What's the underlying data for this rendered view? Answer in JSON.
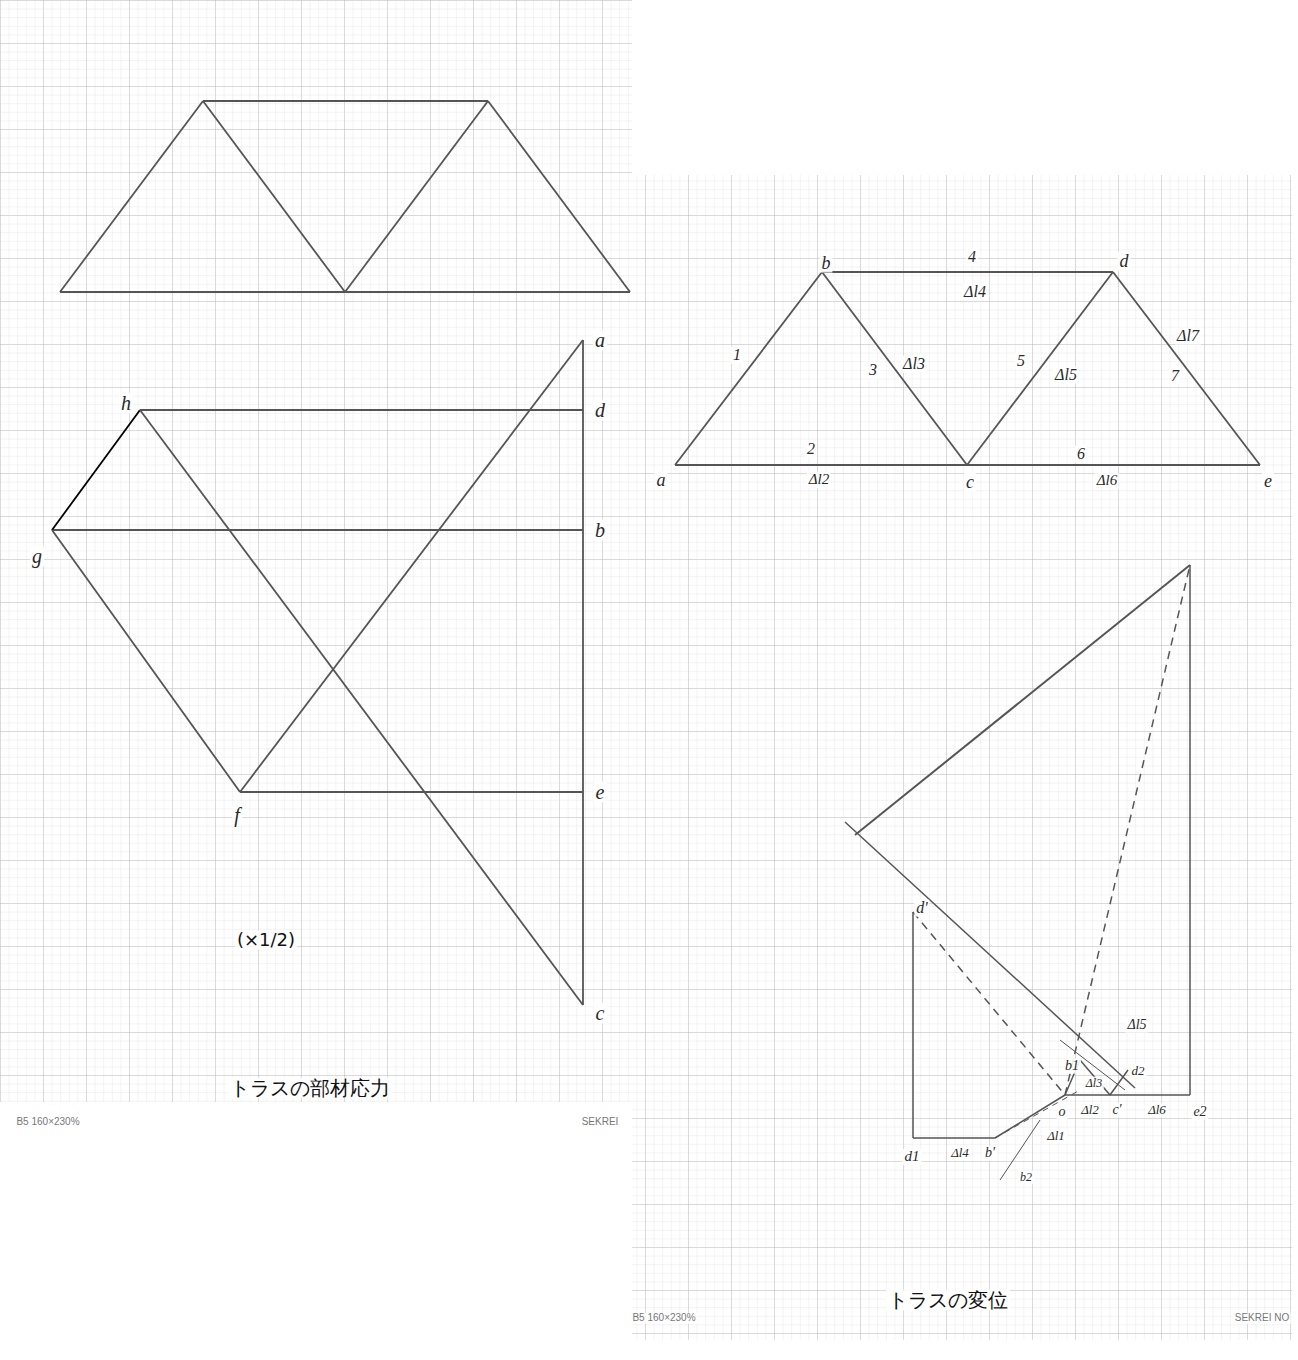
{
  "diagram": {
    "labels": [
      "a",
      "d",
      "h",
      "b",
      "g",
      "f",
      "e",
      "c",
      "(×1/2)",
      "トラスの部材応力",
      "B5 160×230%",
      "SEKREI",
      "b",
      "4",
      "d",
      "Δl4",
      "Δl7",
      "1",
      "3",
      "Δl3",
      "5",
      "Δl5",
      "7",
      "2",
      "6",
      "a",
      "Δl2",
      "c",
      "Δl6",
      "e",
      "d'",
      "b1",
      "Δl5",
      "d2",
      "Δl3",
      "o",
      "Δl2",
      "c'",
      "Δl6",
      "e2",
      "Δl1",
      "d1",
      "Δl4",
      "b'",
      "b2",
      "トラスの変位",
      "B5 160×230%",
      "SEKREI NO"
    ]
  }
}
